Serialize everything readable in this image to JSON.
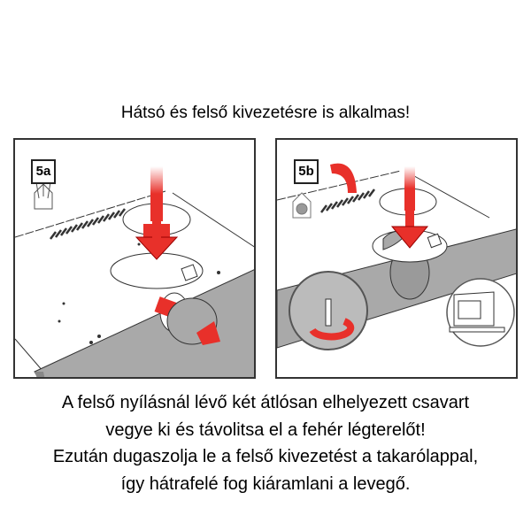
{
  "title": "Hátsó és felső kivezetésre is alkalmas!",
  "panels": [
    {
      "label": "5a"
    },
    {
      "label": "5b"
    }
  ],
  "caption": [
    "A felső nyílásnál lévő két átlósan elhelyezett csavart",
    "vegye ki és távolitsa el a fehér légterelőt!",
    "Ezután dugaszolja le a felső kivezetést a takarólappal,",
    "így hátrafelé fog kiáramlani a levegő."
  ],
  "colors": {
    "arrow": "#e8302a",
    "hood_front": "#a9a9a9",
    "outline": "#333333"
  }
}
